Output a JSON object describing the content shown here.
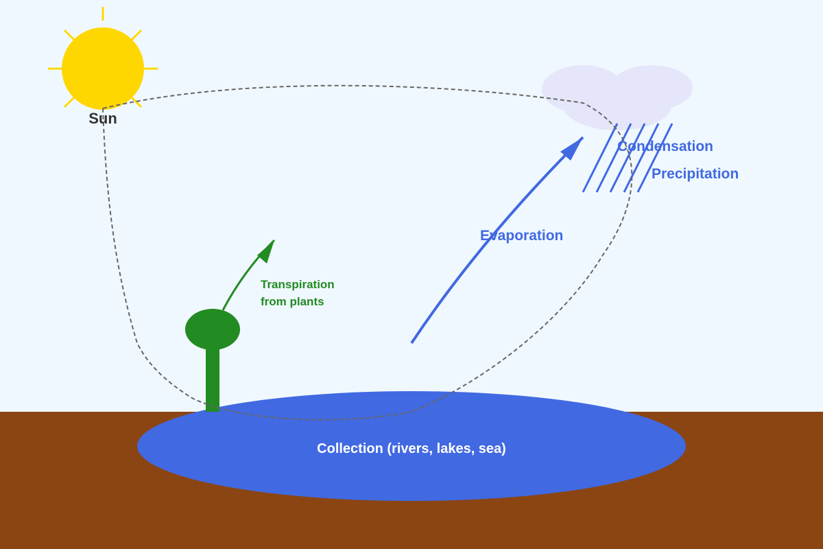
{
  "labels": {
    "sun": "Sun",
    "condensation": "Condensation",
    "precipitation": "Precipitation",
    "evaporation": "Evaporation",
    "transpiration_line1": "Transpiration",
    "transpiration_line2": "from plants",
    "collection": "Collection (rivers, lakes, sea)"
  },
  "colors": {
    "sky": "#f0f8ff",
    "ground": "#8b4513",
    "water": "#4169e1",
    "sun": "#ffd700",
    "cloud": "#e6e6fa",
    "plant": "#228b22",
    "flow_arrow": "#4169e1",
    "cycle_path": "#666666",
    "sun_label": "#333333",
    "collection_label": "#ffffff"
  },
  "icons": [
    "sun-icon",
    "cloud-icon",
    "rain-icon",
    "plant-icon"
  ]
}
